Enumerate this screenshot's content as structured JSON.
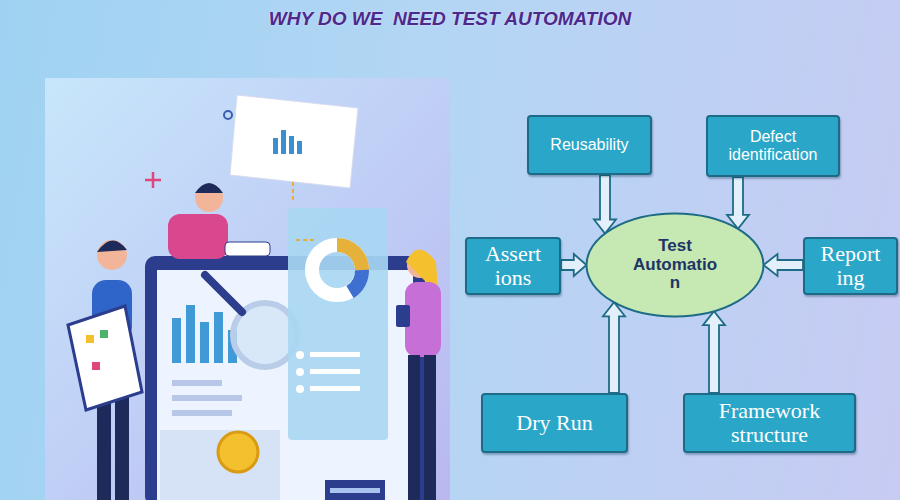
{
  "diagram": {
    "title": "WHY DO WE  NEED TEST AUTOMATION",
    "nodes": [
      {
        "text": [
          "Reusability"
        ]
      },
      {
        "text": [
          "Defect identification"
        ]
      },
      {
        "text": [
          "Assert ions"
        ]
      },
      {
        "text": [
          "Test Automatio n"
        ]
      },
      {
        "text": [
          "Report ing"
        ]
      },
      {
        "text": [
          "Dry Run"
        ]
      },
      {
        "text": [
          "Framework structure"
        ]
      }
    ],
    "edges": [
      {
        "from": 0,
        "to": 3,
        "arrow": "to"
      },
      {
        "from": 1,
        "to": 3,
        "arrow": "to"
      },
      {
        "from": 2,
        "to": 3,
        "arrow": "to"
      },
      {
        "from": 4,
        "to": 3,
        "arrow": "to"
      },
      {
        "from": 5,
        "to": 3,
        "arrow": "to"
      },
      {
        "from": 6,
        "to": 3,
        "arrow": "to"
      }
    ]
  }
}
